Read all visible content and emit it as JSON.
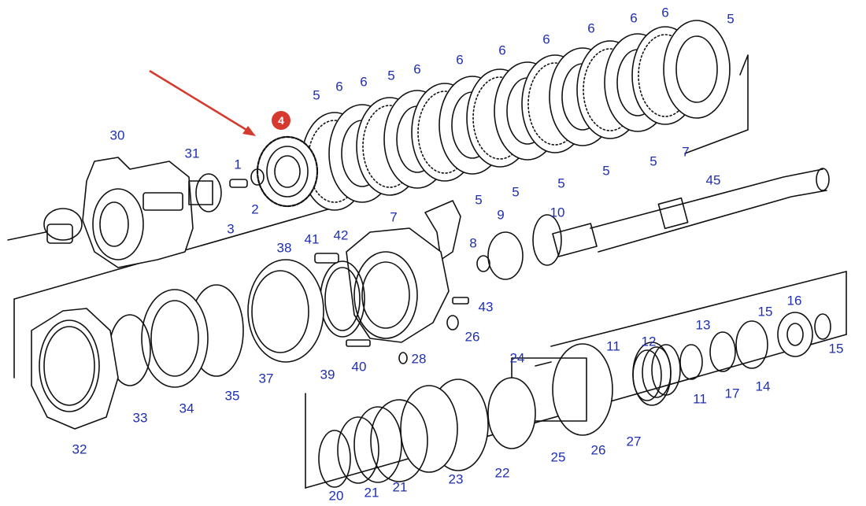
{
  "colors": {
    "label": "#1f2fb4",
    "highlight": "#d63a2e",
    "arrow": "#d63a2e",
    "lines": "#111111"
  },
  "highlight_badge": "4",
  "callouts": [
    {
      "id": "30",
      "text": "30"
    },
    {
      "id": "31",
      "text": "31"
    },
    {
      "id": "1",
      "text": "1"
    },
    {
      "id": "2",
      "text": "2"
    },
    {
      "id": "3",
      "text": "3"
    },
    {
      "id": "5a",
      "text": "5"
    },
    {
      "id": "6a",
      "text": "6"
    },
    {
      "id": "6b",
      "text": "6"
    },
    {
      "id": "5b",
      "text": "5"
    },
    {
      "id": "6c",
      "text": "6"
    },
    {
      "id": "6d",
      "text": "6"
    },
    {
      "id": "6e",
      "text": "6"
    },
    {
      "id": "6f",
      "text": "6"
    },
    {
      "id": "6g",
      "text": "6"
    },
    {
      "id": "6h",
      "text": "6"
    },
    {
      "id": "6i",
      "text": "6"
    },
    {
      "id": "5c",
      "text": "5"
    },
    {
      "id": "7a",
      "text": "7"
    },
    {
      "id": "5d",
      "text": "5"
    },
    {
      "id": "5e",
      "text": "5"
    },
    {
      "id": "5f",
      "text": "5"
    },
    {
      "id": "5g",
      "text": "5"
    },
    {
      "id": "5h",
      "text": "5"
    },
    {
      "id": "45",
      "text": "45"
    },
    {
      "id": "7b",
      "text": "7"
    },
    {
      "id": "9",
      "text": "9"
    },
    {
      "id": "10",
      "text": "10"
    },
    {
      "id": "8",
      "text": "8"
    },
    {
      "id": "38",
      "text": "38"
    },
    {
      "id": "41",
      "text": "41"
    },
    {
      "id": "42",
      "text": "42"
    },
    {
      "id": "43",
      "text": "43"
    },
    {
      "id": "26a",
      "text": "26"
    },
    {
      "id": "28",
      "text": "28"
    },
    {
      "id": "40",
      "text": "40"
    },
    {
      "id": "39",
      "text": "39"
    },
    {
      "id": "37",
      "text": "37"
    },
    {
      "id": "35",
      "text": "35"
    },
    {
      "id": "34",
      "text": "34"
    },
    {
      "id": "33",
      "text": "33"
    },
    {
      "id": "32",
      "text": "32"
    },
    {
      "id": "24",
      "text": "24"
    },
    {
      "id": "11a",
      "text": "11"
    },
    {
      "id": "12",
      "text": "12"
    },
    {
      "id": "13",
      "text": "13"
    },
    {
      "id": "15a",
      "text": "15"
    },
    {
      "id": "16",
      "text": "16"
    },
    {
      "id": "15b",
      "text": "15"
    },
    {
      "id": "11b",
      "text": "11"
    },
    {
      "id": "17",
      "text": "17"
    },
    {
      "id": "14",
      "text": "14"
    },
    {
      "id": "27",
      "text": "27"
    },
    {
      "id": "26b",
      "text": "26"
    },
    {
      "id": "25",
      "text": "25"
    },
    {
      "id": "22",
      "text": "22"
    },
    {
      "id": "23",
      "text": "23"
    },
    {
      "id": "21a",
      "text": "21"
    },
    {
      "id": "21b",
      "text": "21"
    },
    {
      "id": "20",
      "text": "20"
    }
  ]
}
